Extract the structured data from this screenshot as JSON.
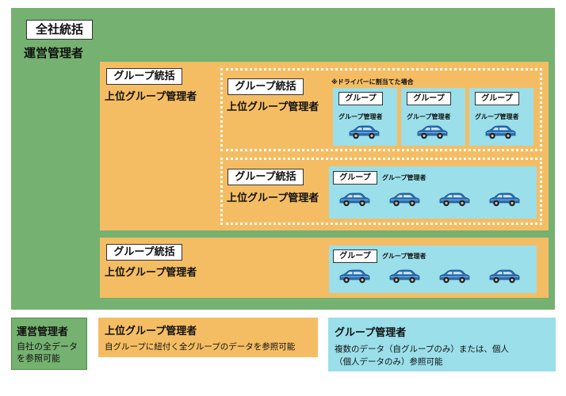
{
  "colors": {
    "green": "#75b170",
    "orange": "#f5bd63",
    "cyan": "#9adfe9",
    "car": "#2a6fb3"
  },
  "top": {
    "tag": "全社統括",
    "role": "運営管理者"
  },
  "block1": {
    "tag": "グループ統括",
    "role": "上位グループ管理者",
    "sub1": {
      "tag": "グループ統括",
      "role": "上位グループ管理者",
      "note": "※ドライバーに割当てた場合",
      "groups": [
        {
          "tag": "グループ",
          "role": "グループ管理者"
        },
        {
          "tag": "グループ",
          "role": "グループ管理者"
        },
        {
          "tag": "グループ",
          "role": "グループ管理者"
        }
      ]
    },
    "sub2": {
      "tag": "グループ統括",
      "role": "上位グループ管理者",
      "group": {
        "tag": "グループ",
        "role": "グループ管理者"
      }
    }
  },
  "block2": {
    "tag": "グループ統括",
    "role": "上位グループ管理者",
    "group": {
      "tag": "グループ",
      "role": "グループ管理者"
    }
  },
  "legend": {
    "admin": {
      "title": "運営管理者",
      "text": "自社の全データを参照可能"
    },
    "upper": {
      "title": "上位グループ管理者",
      "text": "自グループに紐付く全グループのデータを参照可能"
    },
    "group": {
      "title": "グループ管理者",
      "text_line1": "複数のデータ（自グループのみ）または、個人",
      "text_line2": "（個人データのみ）参照可能"
    }
  }
}
